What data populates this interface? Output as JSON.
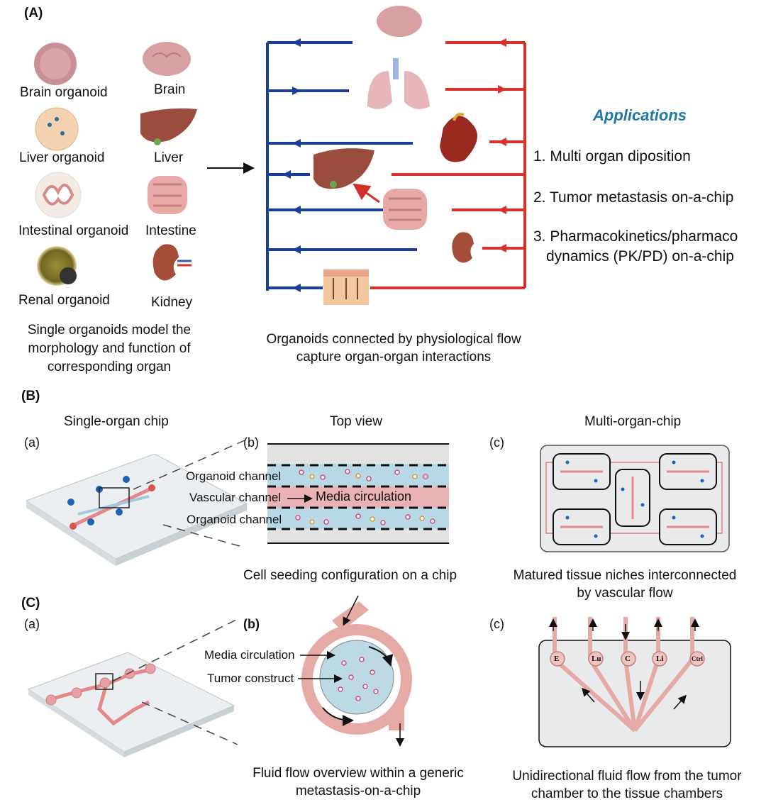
{
  "panelA": {
    "label": "(A)",
    "pairs": [
      {
        "organoid": "Brain organoid",
        "organ": "Brain"
      },
      {
        "organoid": "Liver organoid",
        "organ": "Liver"
      },
      {
        "organoid": "Intestinal organoid",
        "organ": "Intestine"
      },
      {
        "organoid": "Renal organoid",
        "organ": "Kidney"
      }
    ],
    "single_caption": [
      "Single organoids model the",
      "morphology and function of",
      "corresponding organ"
    ],
    "connected_caption": [
      "Organoids connected by physiological flow",
      "capture organ-organ interactions"
    ],
    "applications_title": "Applications",
    "applications": [
      "1. Multi organ diposition",
      "2. Tumor metastasis on-a-chip",
      "3. Pharmacokinetics/pharmaco",
      "dynamics (PK/PD)  on-a-chip"
    ]
  },
  "panelB": {
    "label": "(B)",
    "col_titles": [
      "Single-organ chip",
      "Top view",
      "Multi-organ-chip"
    ],
    "sub_a": "(a)",
    "sub_b": "(b)",
    "sub_c": "(c)",
    "channel_labels": [
      "Organoid channel",
      "Vascular channel",
      "Organoid channel"
    ],
    "media_label": "Media circulation",
    "caption_b": "Cell seeding configuration on a chip",
    "caption_c": [
      "Matured tissue niches interconnected",
      "by vascular flow"
    ]
  },
  "panelC": {
    "label": "(C)",
    "sub_a": "(a)",
    "sub_b": "(b)",
    "sub_c": "(c)",
    "media_label": "Media circulation",
    "tumor_label": "Tumor construct",
    "chambers": [
      "E",
      "Lu",
      "C",
      "Li",
      "Ctrl"
    ],
    "caption_b": [
      "Fluid flow overview within a generic",
      "metastasis-on-a-chip"
    ],
    "caption_c": [
      "Unidirectional fluid flow from the tumor",
      "chamber to the tissue chambers"
    ]
  }
}
